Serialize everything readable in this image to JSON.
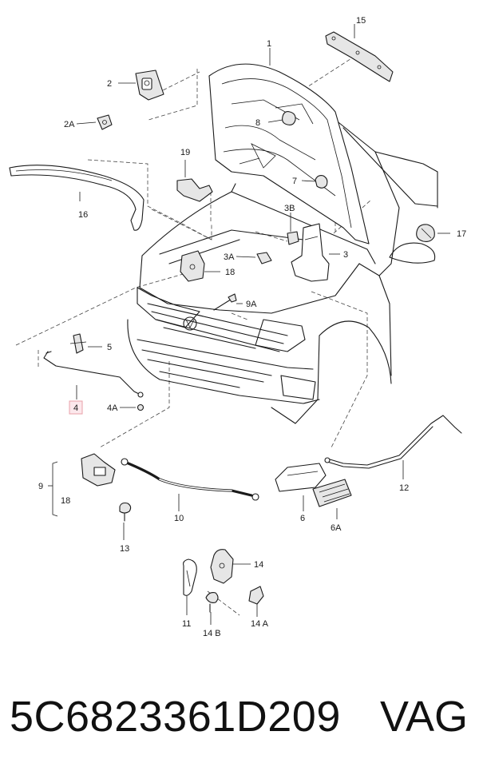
{
  "diagram": {
    "callouts": {
      "c1": "1",
      "c2": "2",
      "c2a": "2A",
      "c3": "3",
      "c3a": "3A",
      "c3b": "3B",
      "c4": "4",
      "c4a": "4A",
      "c5": "5",
      "c6": "6",
      "c6a": "6A",
      "c7": "7",
      "c8": "8",
      "c9": "9",
      "c9a": "9A",
      "c10": "10",
      "c11": "11",
      "c12": "12",
      "c13": "13",
      "c14": "14",
      "c14a": "14 A",
      "c14b": "14 B",
      "c15": "15",
      "c16": "16",
      "c17": "17",
      "c18a": "18",
      "c18b": "18",
      "c19": "19"
    },
    "highlight_color": "#e8a0a8"
  },
  "footer": {
    "part_number": "5C6823361D209",
    "brand": "VAG"
  }
}
